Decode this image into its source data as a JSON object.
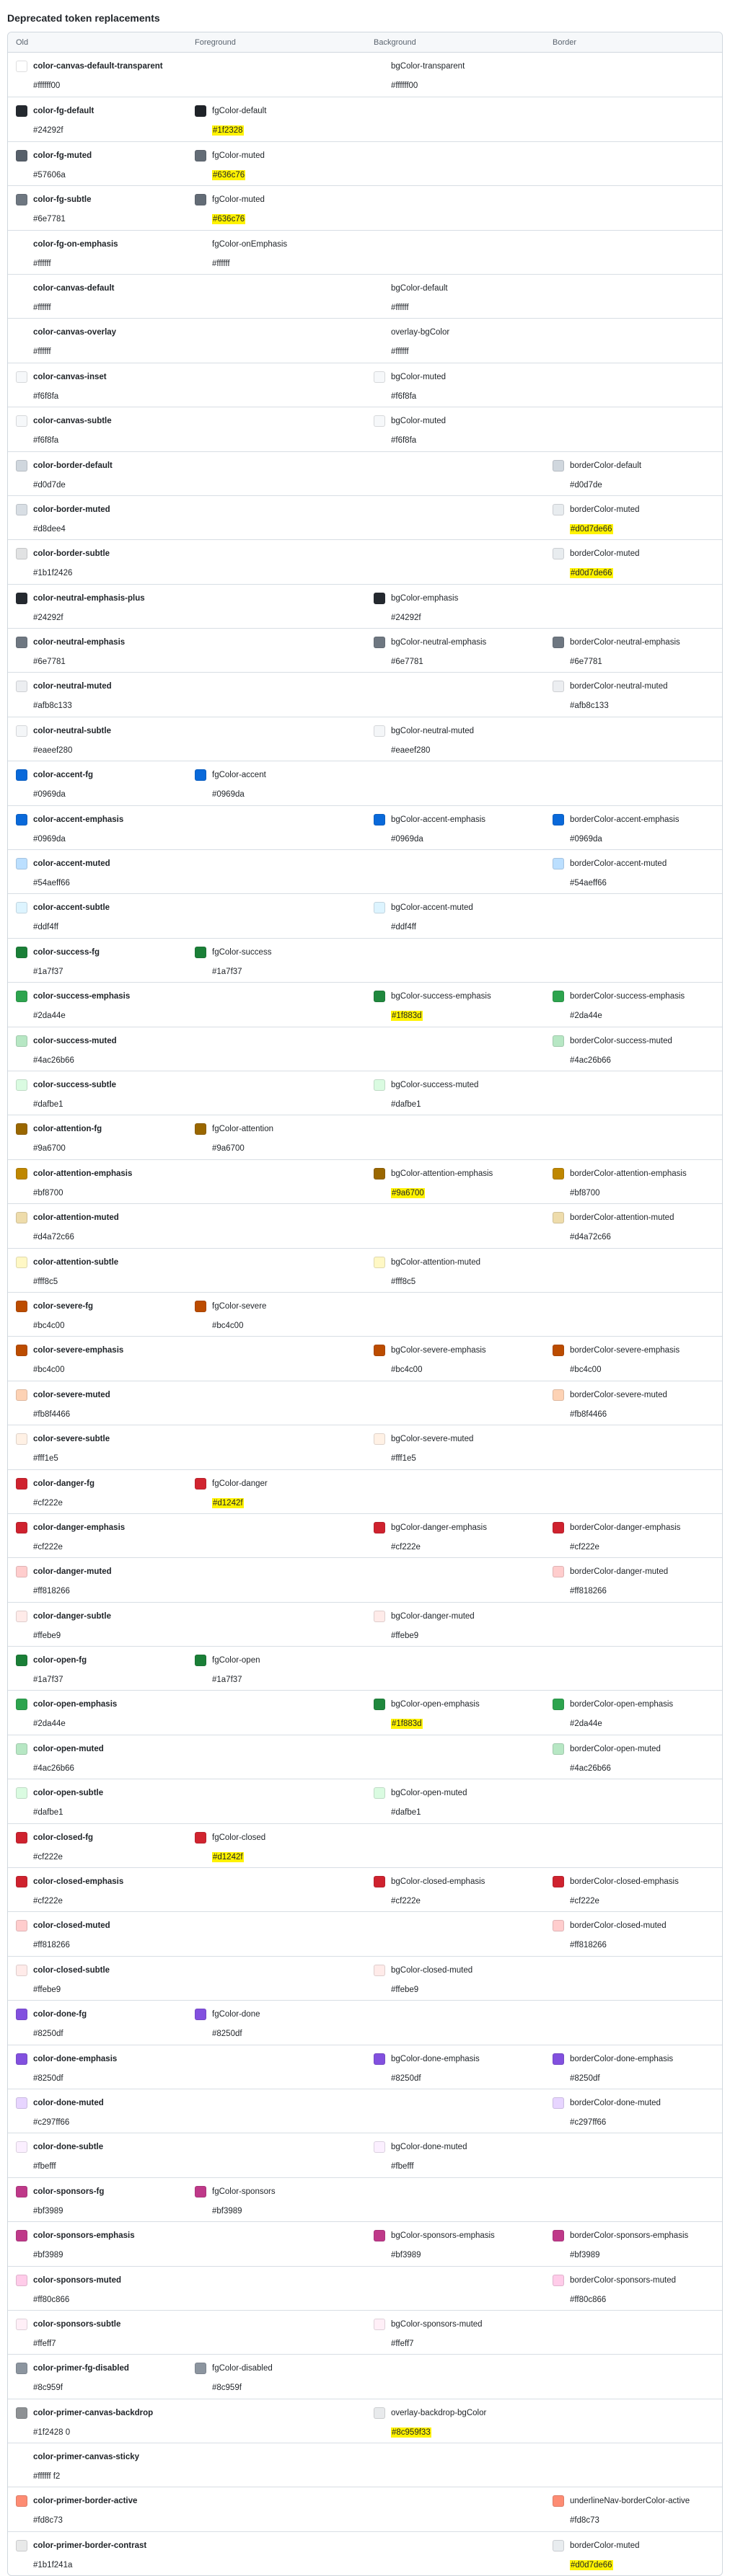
{
  "page_title": "Deprecated token replacements",
  "columns": [
    "Old",
    "Foreground",
    "Background",
    "Border"
  ],
  "rows": [
    {
      "old": {
        "name": "color-canvas-default-transparent",
        "value": "#ffffff00",
        "swatch": "#ffffff00"
      },
      "fg": null,
      "bg": {
        "name": "bgColor-transparent",
        "value": "#ffffff00",
        "swatch": null,
        "hl": false
      },
      "border": null
    },
    {
      "old": {
        "name": "color-fg-default",
        "value": "#24292f",
        "swatch": "#24292f"
      },
      "fg": {
        "name": "fgColor-default",
        "value": "#1f2328",
        "swatch": "#1f2328",
        "hl": true
      },
      "bg": null,
      "border": null
    },
    {
      "old": {
        "name": "color-fg-muted",
        "value": "#57606a",
        "swatch": "#57606a"
      },
      "fg": {
        "name": "fgColor-muted",
        "value": "#636c76",
        "swatch": "#636c76",
        "hl": true
      },
      "bg": null,
      "border": null
    },
    {
      "old": {
        "name": "color-fg-subtle",
        "value": "#6e7781",
        "swatch": "#6e7781"
      },
      "fg": {
        "name": "fgColor-muted",
        "value": "#636c76",
        "swatch": "#636c76",
        "hl": true
      },
      "bg": null,
      "border": null
    },
    {
      "old": {
        "name": "color-fg-on-emphasis",
        "value": "#ffffff",
        "swatch": null
      },
      "fg": {
        "name": "fgColor-onEmphasis",
        "value": "#ffffff",
        "swatch": null,
        "hl": false
      },
      "bg": null,
      "border": null
    },
    {
      "old": {
        "name": "color-canvas-default",
        "value": "#ffffff",
        "swatch": null
      },
      "fg": null,
      "bg": {
        "name": "bgColor-default",
        "value": "#ffffff",
        "swatch": null,
        "hl": false
      },
      "border": null
    },
    {
      "old": {
        "name": "color-canvas-overlay",
        "value": "#ffffff",
        "swatch": null
      },
      "fg": null,
      "bg": {
        "name": "overlay-bgColor",
        "value": "#ffffff",
        "swatch": null,
        "hl": false
      },
      "border": null
    },
    {
      "old": {
        "name": "color-canvas-inset",
        "value": "#f6f8fa",
        "swatch": "#f6f8fa"
      },
      "fg": null,
      "bg": {
        "name": "bgColor-muted",
        "value": "#f6f8fa",
        "swatch": "#f6f8fa",
        "hl": false
      },
      "border": null
    },
    {
      "old": {
        "name": "color-canvas-subtle",
        "value": "#f6f8fa",
        "swatch": "#f6f8fa"
      },
      "fg": null,
      "bg": {
        "name": "bgColor-muted",
        "value": "#f6f8fa",
        "swatch": "#f6f8fa",
        "hl": false
      },
      "border": null
    },
    {
      "old": {
        "name": "color-border-default",
        "value": "#d0d7de",
        "swatch": "#d0d7de"
      },
      "fg": null,
      "bg": null,
      "border": {
        "name": "borderColor-default",
        "value": "#d0d7de",
        "swatch": "#d0d7de",
        "hl": false
      }
    },
    {
      "old": {
        "name": "color-border-muted",
        "value": "#d8dee4",
        "swatch": "#d8dee4"
      },
      "fg": null,
      "bg": null,
      "border": {
        "name": "borderColor-muted",
        "value": "#d0d7de66",
        "swatch": "#e8ecef",
        "hl": true
      }
    },
    {
      "old": {
        "name": "color-border-subtle",
        "value": "#1b1f2426",
        "swatch": "#e1e2e3"
      },
      "fg": null,
      "bg": null,
      "border": {
        "name": "borderColor-muted",
        "value": "#d0d7de66",
        "swatch": "#e8ecef",
        "hl": true
      }
    },
    {
      "old": {
        "name": "color-neutral-emphasis-plus",
        "value": "#24292f",
        "swatch": "#24292f"
      },
      "fg": null,
      "bg": {
        "name": "bgColor-emphasis",
        "value": "#24292f",
        "swatch": "#24292f",
        "hl": false
      },
      "border": null
    },
    {
      "old": {
        "name": "color-neutral-emphasis",
        "value": "#6e7781",
        "swatch": "#6e7781"
      },
      "fg": null,
      "bg": {
        "name": "bgColor-neutral-emphasis",
        "value": "#6e7781",
        "swatch": "#6e7781",
        "hl": false
      },
      "border": {
        "name": "borderColor-neutral-emphasis",
        "value": "#6e7781",
        "swatch": "#6e7781",
        "hl": false
      }
    },
    {
      "old": {
        "name": "color-neutral-muted",
        "value": "#afb8c133",
        "swatch": "#eceef1"
      },
      "fg": null,
      "bg": null,
      "border": {
        "name": "borderColor-neutral-muted",
        "value": "#afb8c133",
        "swatch": "#eceef1",
        "hl": false
      }
    },
    {
      "old": {
        "name": "color-neutral-subtle",
        "value": "#eaeef280",
        "swatch": "#f4f6f8"
      },
      "fg": null,
      "bg": {
        "name": "bgColor-neutral-muted",
        "value": "#eaeef280",
        "swatch": "#f4f6f8",
        "hl": false
      },
      "border": null
    },
    {
      "old": {
        "name": "color-accent-fg",
        "value": "#0969da",
        "swatch": "#0969da"
      },
      "fg": {
        "name": "fgColor-accent",
        "value": "#0969da",
        "swatch": "#0969da",
        "hl": false
      },
      "bg": null,
      "border": null
    },
    {
      "old": {
        "name": "color-accent-emphasis",
        "value": "#0969da",
        "swatch": "#0969da"
      },
      "fg": null,
      "bg": {
        "name": "bgColor-accent-emphasis",
        "value": "#0969da",
        "swatch": "#0969da",
        "hl": false
      },
      "border": {
        "name": "borderColor-accent-emphasis",
        "value": "#0969da",
        "swatch": "#0969da",
        "hl": false
      }
    },
    {
      "old": {
        "name": "color-accent-muted",
        "value": "#54aeff66",
        "swatch": "#bbdfff"
      },
      "fg": null,
      "bg": null,
      "border": {
        "name": "borderColor-accent-muted",
        "value": "#54aeff66",
        "swatch": "#bbdfff",
        "hl": false
      }
    },
    {
      "old": {
        "name": "color-accent-subtle",
        "value": "#ddf4ff",
        "swatch": "#ddf4ff"
      },
      "fg": null,
      "bg": {
        "name": "bgColor-accent-muted",
        "value": "#ddf4ff",
        "swatch": "#ddf4ff",
        "hl": false
      },
      "border": null
    },
    {
      "old": {
        "name": "color-success-fg",
        "value": "#1a7f37",
        "swatch": "#1a7f37"
      },
      "fg": {
        "name": "fgColor-success",
        "value": "#1a7f37",
        "swatch": "#1a7f37",
        "hl": false
      },
      "bg": null,
      "border": null
    },
    {
      "old": {
        "name": "color-success-emphasis",
        "value": "#2da44e",
        "swatch": "#2da44e"
      },
      "fg": null,
      "bg": {
        "name": "bgColor-success-emphasis",
        "value": "#1f883d",
        "swatch": "#1f883d",
        "hl": true
      },
      "border": {
        "name": "borderColor-success-emphasis",
        "value": "#2da44e",
        "swatch": "#2da44e",
        "hl": false
      }
    },
    {
      "old": {
        "name": "color-success-muted",
        "value": "#4ac26b66",
        "swatch": "#b7e7c4"
      },
      "fg": null,
      "bg": null,
      "border": {
        "name": "borderColor-success-muted",
        "value": "#4ac26b66",
        "swatch": "#b7e7c4",
        "hl": false
      }
    },
    {
      "old": {
        "name": "color-success-subtle",
        "value": "#dafbe1",
        "swatch": "#dafbe1"
      },
      "fg": null,
      "bg": {
        "name": "bgColor-success-muted",
        "value": "#dafbe1",
        "swatch": "#dafbe1",
        "hl": false
      },
      "border": null
    },
    {
      "old": {
        "name": "color-attention-fg",
        "value": "#9a6700",
        "swatch": "#9a6700"
      },
      "fg": {
        "name": "fgColor-attention",
        "value": "#9a6700",
        "swatch": "#9a6700",
        "hl": false
      },
      "bg": null,
      "border": null
    },
    {
      "old": {
        "name": "color-attention-emphasis",
        "value": "#bf8700",
        "swatch": "#bf8700"
      },
      "fg": null,
      "bg": {
        "name": "bgColor-attention-emphasis",
        "value": "#9a6700",
        "swatch": "#9a6700",
        "hl": true
      },
      "border": {
        "name": "borderColor-attention-emphasis",
        "value": "#bf8700",
        "swatch": "#bf8700",
        "hl": false
      }
    },
    {
      "old": {
        "name": "color-attention-muted",
        "value": "#d4a72c66",
        "swatch": "#eedcab"
      },
      "fg": null,
      "bg": null,
      "border": {
        "name": "borderColor-attention-muted",
        "value": "#d4a72c66",
        "swatch": "#eedcab",
        "hl": false
      }
    },
    {
      "old": {
        "name": "color-attention-subtle",
        "value": "#fff8c5",
        "swatch": "#fff8c5"
      },
      "fg": null,
      "bg": {
        "name": "bgColor-attention-muted",
        "value": "#fff8c5",
        "swatch": "#fff8c5",
        "hl": false
      },
      "border": null
    },
    {
      "old": {
        "name": "color-severe-fg",
        "value": "#bc4c00",
        "swatch": "#bc4c00"
      },
      "fg": {
        "name": "fgColor-severe",
        "value": "#bc4c00",
        "swatch": "#bc4c00",
        "hl": false
      },
      "bg": null,
      "border": null
    },
    {
      "old": {
        "name": "color-severe-emphasis",
        "value": "#bc4c00",
        "swatch": "#bc4c00"
      },
      "fg": null,
      "bg": {
        "name": "bgColor-severe-emphasis",
        "value": "#bc4c00",
        "swatch": "#bc4c00",
        "hl": false
      },
      "border": {
        "name": "borderColor-severe-emphasis",
        "value": "#bc4c00",
        "swatch": "#bc4c00",
        "hl": false
      }
    },
    {
      "old": {
        "name": "color-severe-muted",
        "value": "#fb8f4466",
        "swatch": "#fdd2b4"
      },
      "fg": null,
      "bg": null,
      "border": {
        "name": "borderColor-severe-muted",
        "value": "#fb8f4466",
        "swatch": "#fdd2b4",
        "hl": false
      }
    },
    {
      "old": {
        "name": "color-severe-subtle",
        "value": "#fff1e5",
        "swatch": "#fff1e5"
      },
      "fg": null,
      "bg": {
        "name": "bgColor-severe-muted",
        "value": "#fff1e5",
        "swatch": "#fff1e5",
        "hl": false
      },
      "border": null
    },
    {
      "old": {
        "name": "color-danger-fg",
        "value": "#cf222e",
        "swatch": "#cf222e"
      },
      "fg": {
        "name": "fgColor-danger",
        "value": "#d1242f",
        "swatch": "#d1242f",
        "hl": true
      },
      "bg": null,
      "border": null
    },
    {
      "old": {
        "name": "color-danger-emphasis",
        "value": "#cf222e",
        "swatch": "#cf222e"
      },
      "fg": null,
      "bg": {
        "name": "bgColor-danger-emphasis",
        "value": "#cf222e",
        "swatch": "#cf222e",
        "hl": false
      },
      "border": {
        "name": "borderColor-danger-emphasis",
        "value": "#cf222e",
        "swatch": "#cf222e",
        "hl": false
      }
    },
    {
      "old": {
        "name": "color-danger-muted",
        "value": "#ff818266",
        "swatch": "#ffcdcd"
      },
      "fg": null,
      "bg": null,
      "border": {
        "name": "borderColor-danger-muted",
        "value": "#ff818266",
        "swatch": "#ffcdcd",
        "hl": false
      }
    },
    {
      "old": {
        "name": "color-danger-subtle",
        "value": "#ffebe9",
        "swatch": "#ffebe9"
      },
      "fg": null,
      "bg": {
        "name": "bgColor-danger-muted",
        "value": "#ffebe9",
        "swatch": "#ffebe9",
        "hl": false
      },
      "border": null
    },
    {
      "old": {
        "name": "color-open-fg",
        "value": "#1a7f37",
        "swatch": "#1a7f37"
      },
      "fg": {
        "name": "fgColor-open",
        "value": "#1a7f37",
        "swatch": "#1a7f37",
        "hl": false
      },
      "bg": null,
      "border": null
    },
    {
      "old": {
        "name": "color-open-emphasis",
        "value": "#2da44e",
        "swatch": "#2da44e"
      },
      "fg": null,
      "bg": {
        "name": "bgColor-open-emphasis",
        "value": "#1f883d",
        "swatch": "#1f883d",
        "hl": true
      },
      "border": {
        "name": "borderColor-open-emphasis",
        "value": "#2da44e",
        "swatch": "#2da44e",
        "hl": false
      }
    },
    {
      "old": {
        "name": "color-open-muted",
        "value": "#4ac26b66",
        "swatch": "#b7e7c4"
      },
      "fg": null,
      "bg": null,
      "border": {
        "name": "borderColor-open-muted",
        "value": "#4ac26b66",
        "swatch": "#b7e7c4",
        "hl": false
      }
    },
    {
      "old": {
        "name": "color-open-subtle",
        "value": "#dafbe1",
        "swatch": "#dafbe1"
      },
      "fg": null,
      "bg": {
        "name": "bgColor-open-muted",
        "value": "#dafbe1",
        "swatch": "#dafbe1",
        "hl": false
      },
      "border": null
    },
    {
      "old": {
        "name": "color-closed-fg",
        "value": "#cf222e",
        "swatch": "#cf222e"
      },
      "fg": {
        "name": "fgColor-closed",
        "value": "#d1242f",
        "swatch": "#d1242f",
        "hl": true
      },
      "bg": null,
      "border": null
    },
    {
      "old": {
        "name": "color-closed-emphasis",
        "value": "#cf222e",
        "swatch": "#cf222e"
      },
      "fg": null,
      "bg": {
        "name": "bgColor-closed-emphasis",
        "value": "#cf222e",
        "swatch": "#cf222e",
        "hl": false
      },
      "border": {
        "name": "borderColor-closed-emphasis",
        "value": "#cf222e",
        "swatch": "#cf222e",
        "hl": false
      }
    },
    {
      "old": {
        "name": "color-closed-muted",
        "value": "#ff818266",
        "swatch": "#ffcdcd"
      },
      "fg": null,
      "bg": null,
      "border": {
        "name": "borderColor-closed-muted",
        "value": "#ff818266",
        "swatch": "#ffcdcd",
        "hl": false
      }
    },
    {
      "old": {
        "name": "color-closed-subtle",
        "value": "#ffebe9",
        "swatch": "#ffebe9"
      },
      "fg": null,
      "bg": {
        "name": "bgColor-closed-muted",
        "value": "#ffebe9",
        "swatch": "#ffebe9",
        "hl": false
      },
      "border": null
    },
    {
      "old": {
        "name": "color-done-fg",
        "value": "#8250df",
        "swatch": "#8250df"
      },
      "fg": {
        "name": "fgColor-done",
        "value": "#8250df",
        "swatch": "#8250df",
        "hl": false
      },
      "bg": null,
      "border": null
    },
    {
      "old": {
        "name": "color-done-emphasis",
        "value": "#8250df",
        "swatch": "#8250df"
      },
      "fg": null,
      "bg": {
        "name": "bgColor-done-emphasis",
        "value": "#8250df",
        "swatch": "#8250df",
        "hl": false
      },
      "border": {
        "name": "borderColor-done-emphasis",
        "value": "#8250df",
        "swatch": "#8250df",
        "hl": false
      }
    },
    {
      "old": {
        "name": "color-done-muted",
        "value": "#c297ff66",
        "swatch": "#e7d5ff"
      },
      "fg": null,
      "bg": null,
      "border": {
        "name": "borderColor-done-muted",
        "value": "#c297ff66",
        "swatch": "#e7d5ff",
        "hl": false
      }
    },
    {
      "old": {
        "name": "color-done-subtle",
        "value": "#fbefff",
        "swatch": "#fbefff"
      },
      "fg": null,
      "bg": {
        "name": "bgColor-done-muted",
        "value": "#fbefff",
        "swatch": "#fbefff",
        "hl": false
      },
      "border": null
    },
    {
      "old": {
        "name": "color-sponsors-fg",
        "value": "#bf3989",
        "swatch": "#bf3989"
      },
      "fg": {
        "name": "fgColor-sponsors",
        "value": "#bf3989",
        "swatch": "#bf3989",
        "hl": false
      },
      "bg": null,
      "border": null
    },
    {
      "old": {
        "name": "color-sponsors-emphasis",
        "value": "#bf3989",
        "swatch": "#bf3989"
      },
      "fg": null,
      "bg": {
        "name": "bgColor-sponsors-emphasis",
        "value": "#bf3989",
        "swatch": "#bf3989",
        "hl": false
      },
      "border": {
        "name": "borderColor-sponsors-emphasis",
        "value": "#bf3989",
        "swatch": "#bf3989",
        "hl": false
      }
    },
    {
      "old": {
        "name": "color-sponsors-muted",
        "value": "#ff80c866",
        "swatch": "#ffcce9"
      },
      "fg": null,
      "bg": null,
      "border": {
        "name": "borderColor-sponsors-muted",
        "value": "#ff80c866",
        "swatch": "#ffcce9",
        "hl": false
      }
    },
    {
      "old": {
        "name": "color-sponsors-subtle",
        "value": "#ffeff7",
        "swatch": "#ffeff7"
      },
      "fg": null,
      "bg": {
        "name": "bgColor-sponsors-muted",
        "value": "#ffeff7",
        "swatch": "#ffeff7",
        "hl": false
      },
      "border": null
    },
    {
      "old": {
        "name": "color-primer-fg-disabled",
        "value": "#8c959f",
        "swatch": "#8c959f"
      },
      "fg": {
        "name": "fgColor-disabled",
        "value": "#8c959f",
        "swatch": "#8c959f",
        "hl": false
      },
      "bg": null,
      "border": null
    },
    {
      "old": {
        "name": "color-primer-canvas-backdrop",
        "value": "#1f2428 0",
        "swatch": "#8e9194"
      },
      "fg": null,
      "bg": {
        "name": "overlay-backdrop-bgColor",
        "value": "#8c959f33",
        "swatch": "#e8eaec",
        "hl": true
      },
      "border": null
    },
    {
      "old": {
        "name": "color-primer-canvas-sticky",
        "value": "#ffffff f2",
        "swatch": null
      },
      "fg": null,
      "bg": null,
      "border": null
    },
    {
      "old": {
        "name": "color-primer-border-active",
        "value": "#fd8c73",
        "swatch": "#fd8c73"
      },
      "fg": null,
      "bg": null,
      "border": {
        "name": "underlineNav-borderColor-active",
        "value": "#fd8c73",
        "swatch": "#fd8c73",
        "hl": false
      }
    },
    {
      "old": {
        "name": "color-primer-border-contrast",
        "value": "#1b1f241a",
        "swatch": "#e8e9e9"
      },
      "fg": null,
      "bg": null,
      "border": {
        "name": "borderColor-muted",
        "value": "#d0d7de66",
        "swatch": "#e8ecef",
        "hl": true
      }
    }
  ]
}
